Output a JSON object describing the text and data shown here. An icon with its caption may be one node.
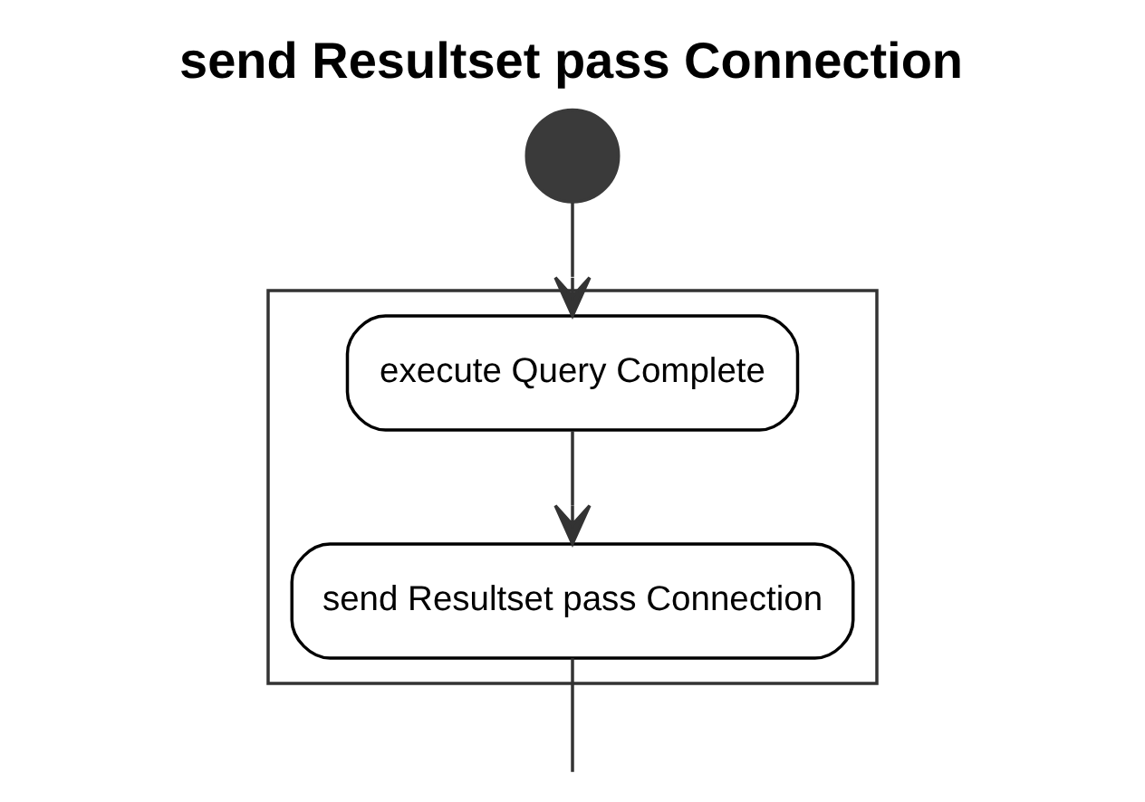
{
  "diagram": {
    "title": "send Resultset pass Connection",
    "nodes": [
      {
        "text": [],
        "shape": "circle"
      },
      {
        "text": [],
        "shape": "box"
      },
      {
        "text": [
          "execute Query Complete"
        ],
        "in": 1
      },
      {
        "text": [
          "send Resultset pass Connection"
        ],
        "in": 1
      }
    ],
    "edges": [
      {
        "from": 0,
        "to": 2,
        "arrow": "to"
      },
      {
        "from": 2,
        "to": 3,
        "arrow": "to"
      },
      {
        "from": 3,
        "to": null,
        "arrow": "none"
      }
    ]
  }
}
